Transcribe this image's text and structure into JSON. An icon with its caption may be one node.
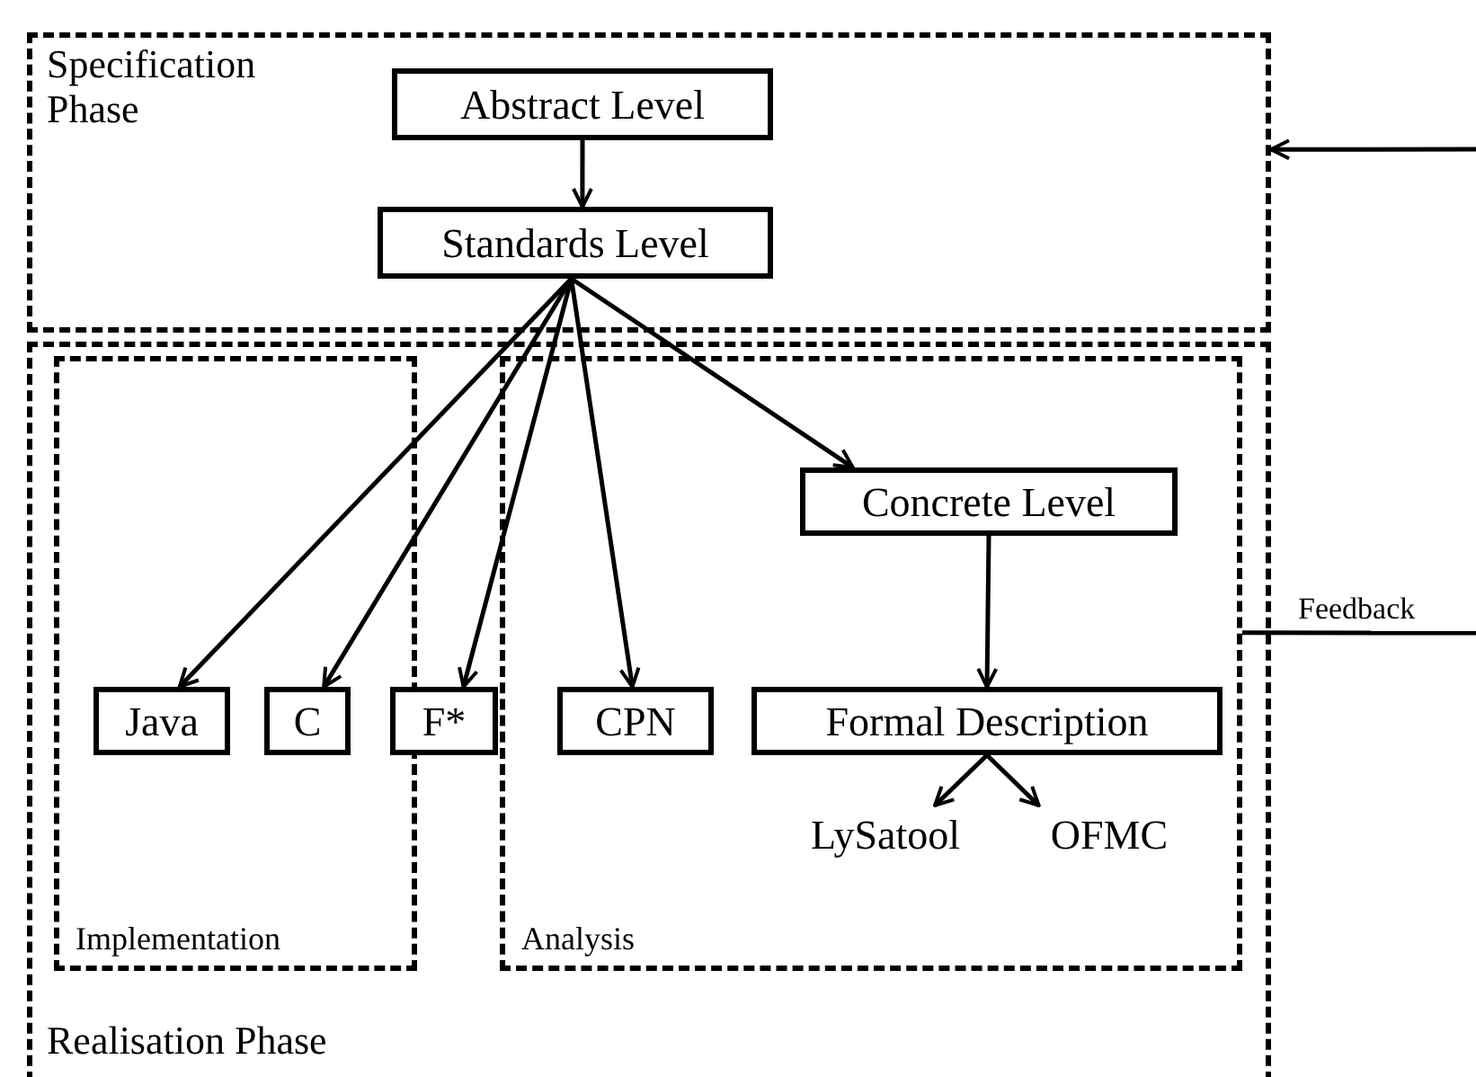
{
  "diagram": {
    "nodes": [
      {
        "text": [
          "Specification Phase"
        ]
      },
      {
        "text": [
          "Abstract Level"
        ],
        "in": 0
      },
      {
        "text": [
          "Standards Level"
        ],
        "in": 0
      },
      {
        "text": [
          "Realisation Phase"
        ]
      },
      {
        "text": [
          "Implementation"
        ],
        "in": 3
      },
      {
        "text": [
          "Java"
        ],
        "in": 4
      },
      {
        "text": [
          "C"
        ],
        "in": 4
      },
      {
        "text": [
          "F*"
        ],
        "in": 3
      },
      {
        "text": [
          "Analysis"
        ],
        "in": 3
      },
      {
        "text": [
          "CPN"
        ],
        "in": 8
      },
      {
        "text": [
          "Concrete Level"
        ],
        "in": 8
      },
      {
        "text": [
          "Formal Description"
        ],
        "in": 8
      },
      {
        "text": [
          "LySatool"
        ],
        "in": 8
      },
      {
        "text": [
          "OFMC"
        ],
        "in": 8
      }
    ],
    "edges": [
      {
        "from": 1,
        "to": 2,
        "arrow": "to"
      },
      {
        "from": 2,
        "to": 5,
        "arrow": "to"
      },
      {
        "from": 2,
        "to": 6,
        "arrow": "to"
      },
      {
        "from": 2,
        "to": 7,
        "arrow": "to"
      },
      {
        "from": 2,
        "to": 9,
        "arrow": "to"
      },
      {
        "from": 2,
        "to": 10,
        "arrow": "to"
      },
      {
        "from": 10,
        "to": 11,
        "arrow": "to"
      },
      {
        "from": 11,
        "to": 12,
        "arrow": "to"
      },
      {
        "from": 11,
        "to": 13,
        "arrow": "to"
      },
      {
        "from": 8,
        "to": null,
        "arrow": "none",
        "label": "Feedback"
      },
      {
        "from": null,
        "to": 0,
        "arrow": "to"
      }
    ]
  }
}
